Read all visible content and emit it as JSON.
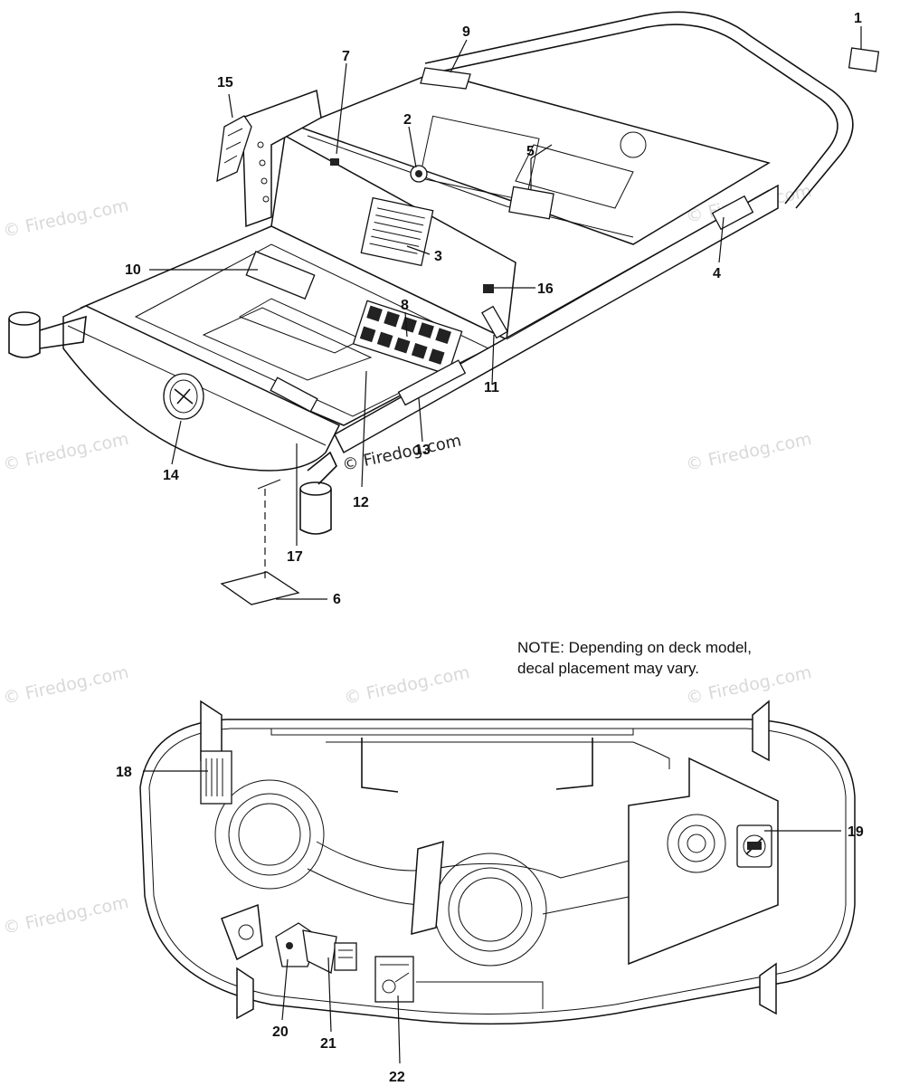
{
  "watermark": "© Firedog.com",
  "note": {
    "line1": "NOTE: Depending on deck model,",
    "line2": "decal placement may vary."
  },
  "callouts": [
    "1",
    "2",
    "3",
    "4",
    "5",
    "6",
    "7",
    "8",
    "9",
    "10",
    "11",
    "12",
    "13",
    "14",
    "15",
    "16",
    "17",
    "18",
    "19",
    "20",
    "21",
    "22"
  ],
  "colors": {
    "ink": "#111111",
    "watermark": "#d9d9d9",
    "background": "#ffffff"
  }
}
